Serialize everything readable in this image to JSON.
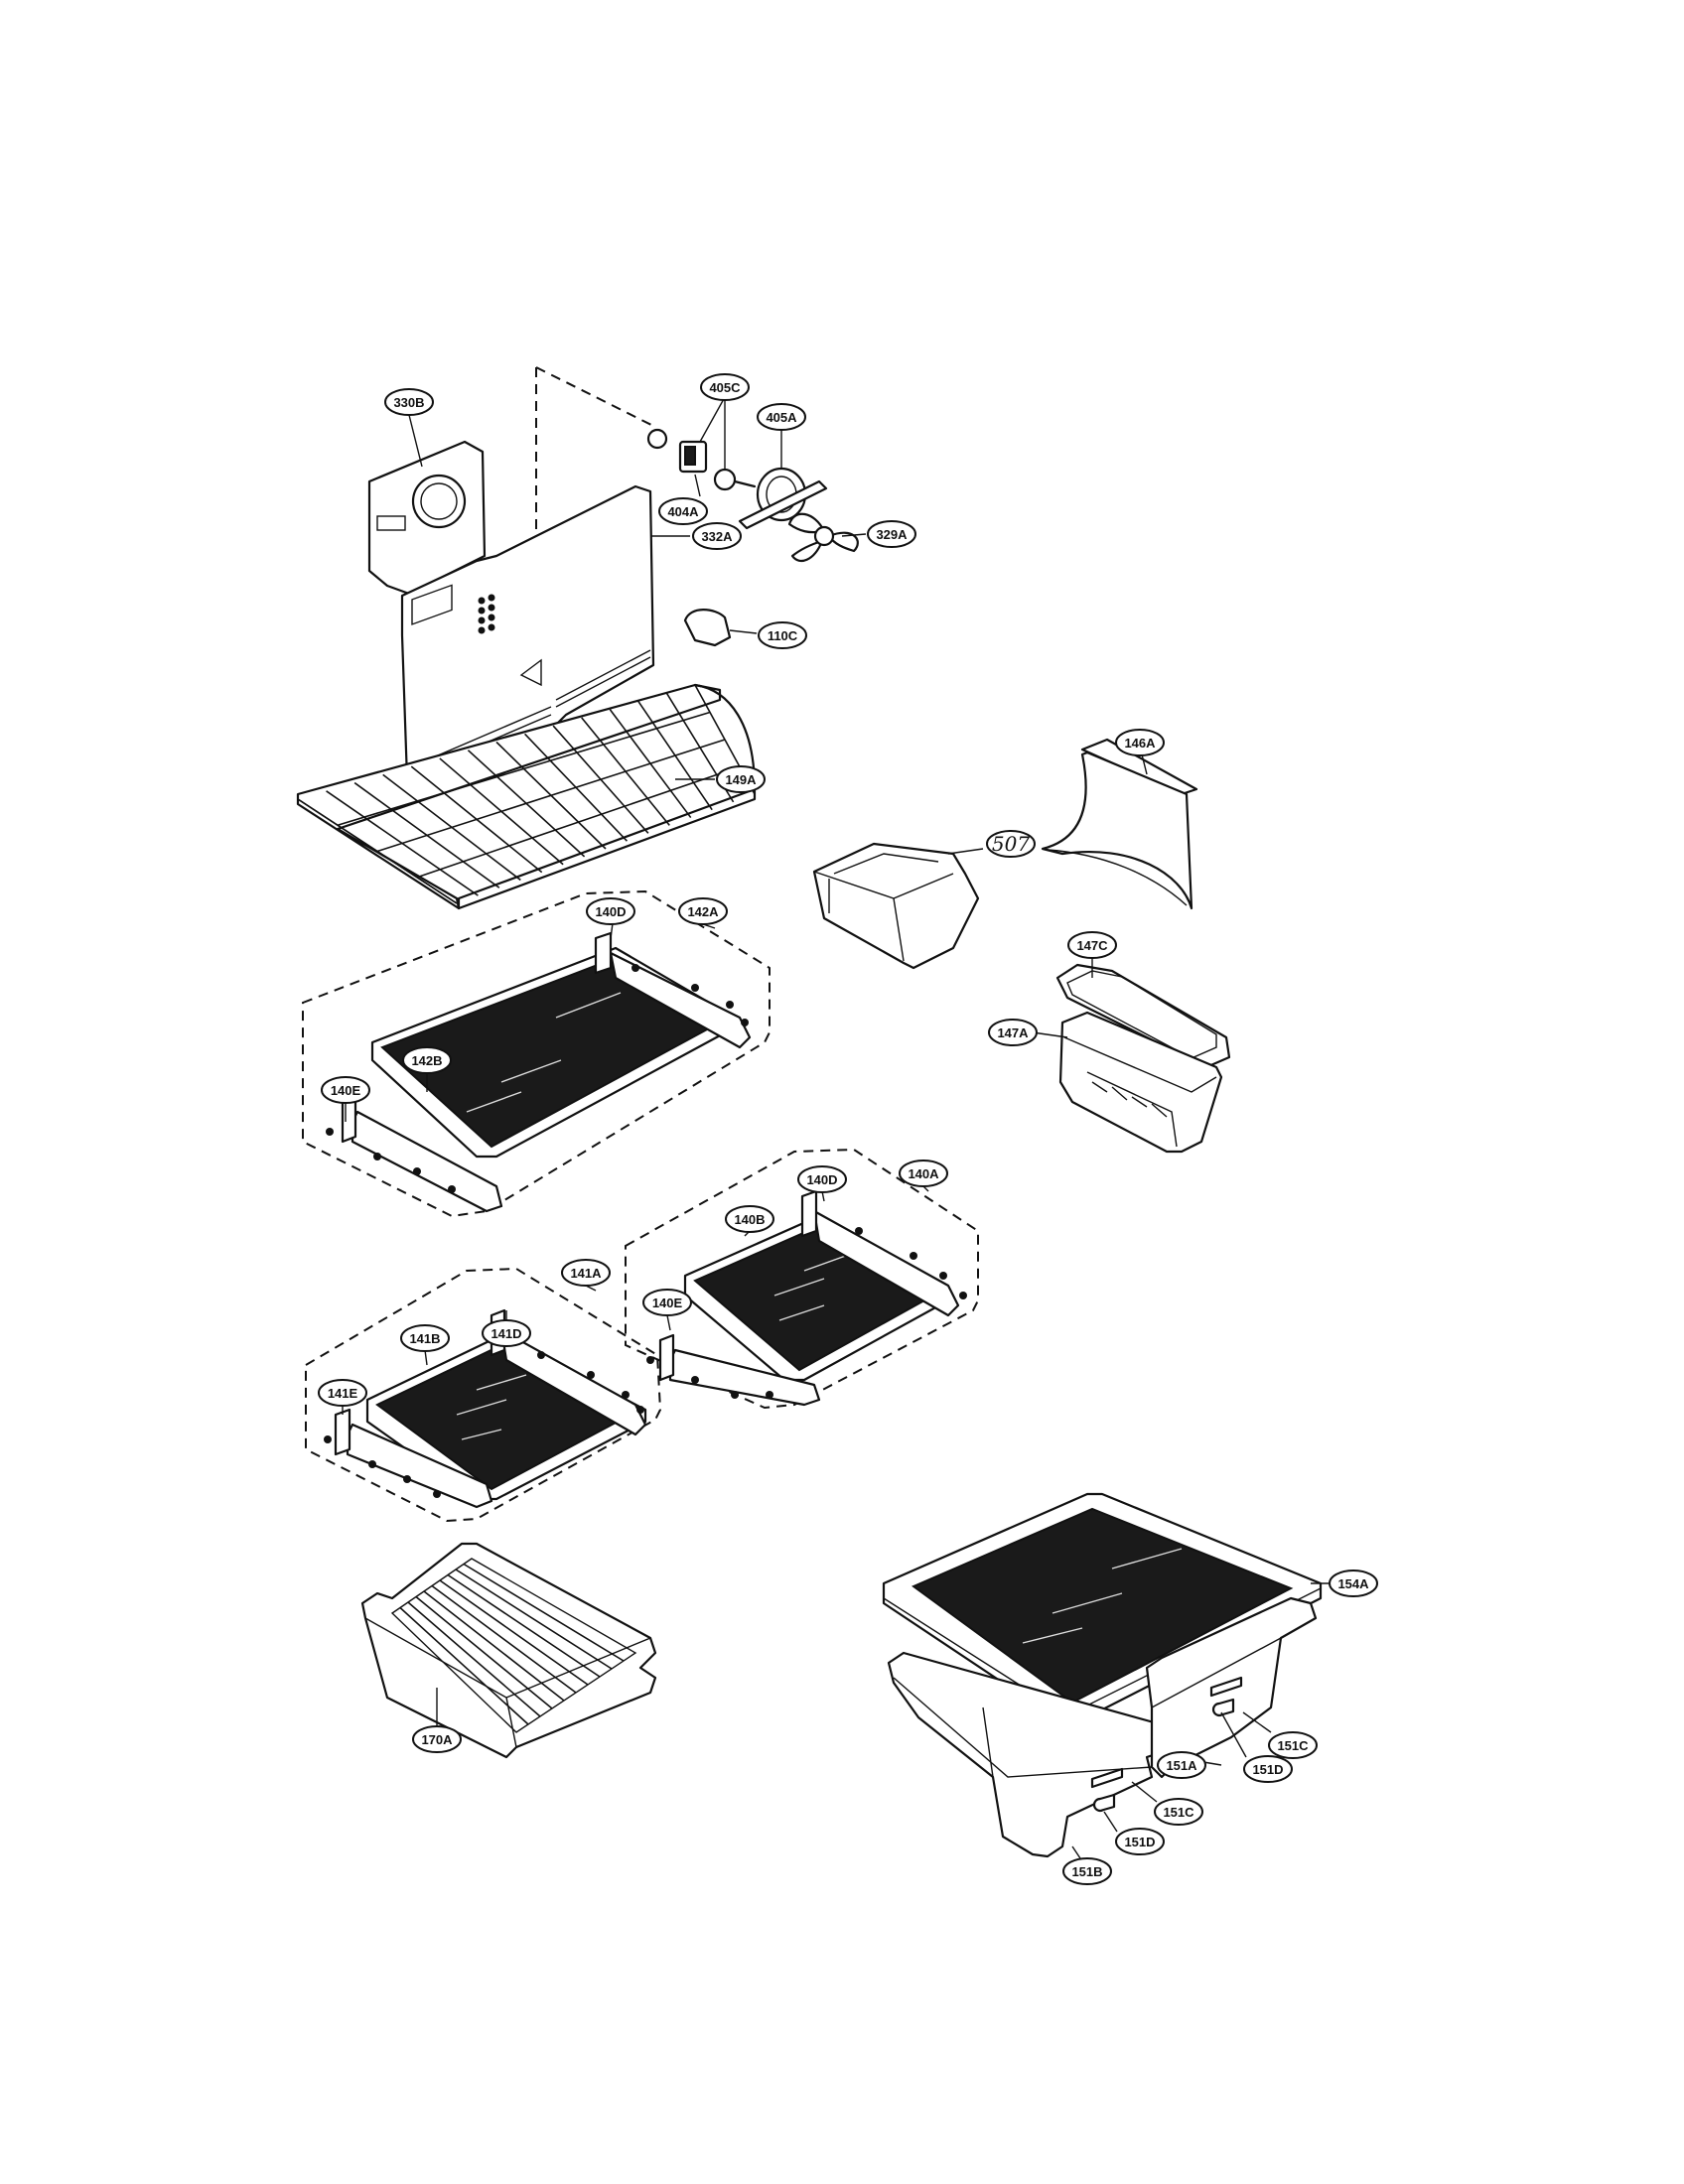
{
  "labels": {
    "330B": "330B",
    "405C": "405C",
    "405A": "405A",
    "404A": "404A",
    "329A": "329A",
    "332A": "332A",
    "110C": "110C",
    "149A": "149A",
    "146A": "146A",
    "507": "507",
    "140D_1": "140D",
    "142A": "142A",
    "142B": "142B",
    "140E_1": "140E",
    "147C": "147C",
    "147A": "147A",
    "140D_2": "140D",
    "140A": "140A",
    "140B": "140B",
    "140E_2": "140E",
    "141D": "141D",
    "141A": "141A",
    "141B": "141B",
    "141E": "141E",
    "154A": "154A",
    "170A": "170A",
    "151C_1": "151C",
    "151D_1": "151D",
    "151A": "151A",
    "151C_2": "151C",
    "151D_2": "151D",
    "151B": "151B"
  }
}
